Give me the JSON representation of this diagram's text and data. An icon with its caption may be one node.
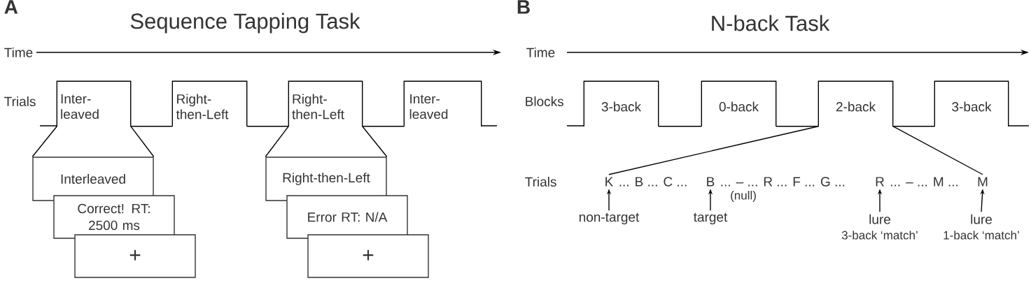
{
  "diagram": {
    "nodes": [
      {
        "text": [
          "Inter- leaved"
        ]
      },
      {
        "text": [
          "Right- then-Left"
        ]
      },
      {
        "text": [
          "Right- then-Left"
        ]
      },
      {
        "text": [
          "Inter- leaved"
        ]
      },
      {
        "text": [
          "Interleaved"
        ]
      },
      {
        "text": [
          "Correct! RT: 2500 ms"
        ]
      },
      {
        "text": [
          "+"
        ]
      },
      {
        "text": [
          "Right-then-Left"
        ]
      },
      {
        "text": [
          "Error RT: N/A"
        ]
      },
      {
        "text": [
          "+"
        ]
      },
      {
        "text": [
          "3-back"
        ]
      },
      {
        "text": [
          "0-back"
        ]
      },
      {
        "text": [
          "2-back"
        ]
      },
      {
        "text": [
          "3-back"
        ]
      },
      {
        "text": [
          "K"
        ]
      },
      {
        "text": [
          "B"
        ]
      },
      {
        "text": [
          "R"
        ]
      },
      {
        "text": [
          "M"
        ]
      },
      {
        "text": [
          "non-target"
        ]
      },
      {
        "text": [
          "target"
        ]
      },
      {
        "text": [
          "lure",
          "3-back ‘match’"
        ]
      },
      {
        "text": [
          "lure",
          "1-back ‘match’"
        ]
      }
    ],
    "edges": [
      {
        "from": 0,
        "to": 1,
        "arrow": "none"
      },
      {
        "from": 1,
        "to": 2,
        "arrow": "none"
      },
      {
        "from": 2,
        "to": 3,
        "arrow": "none"
      },
      {
        "from": 10,
        "to": 11,
        "arrow": "none"
      },
      {
        "from": 11,
        "to": 12,
        "arrow": "none"
      },
      {
        "from": 12,
        "to": 13,
        "arrow": "none"
      },
      {
        "from": 0,
        "to": 4,
        "arrow": "none"
      },
      {
        "from": 0,
        "to": 4,
        "arrow": "none"
      },
      {
        "from": 2,
        "to": 7,
        "arrow": "none"
      },
      {
        "from": 2,
        "to": 7,
        "arrow": "none"
      },
      {
        "from": 12,
        "to": 14,
        "arrow": "none"
      },
      {
        "from": 12,
        "to": 17,
        "arrow": "none"
      },
      {
        "from": 18,
        "to": 14,
        "arrow": "to"
      },
      {
        "from": 19,
        "to": 15,
        "arrow": "to"
      },
      {
        "from": 20,
        "to": 16,
        "arrow": "to"
      },
      {
        "from": 21,
        "to": 17,
        "arrow": "to"
      }
    ],
    "labels": [
      "A",
      "Sequence Tapping Task",
      "Time",
      "Trials",
      "B",
      "N-back Task",
      "Time",
      "Blocks",
      "Trials",
      "... B ... C ...",
      "... – ... R ... F ... G ...",
      "(null)",
      "... – ... M ..."
    ]
  }
}
